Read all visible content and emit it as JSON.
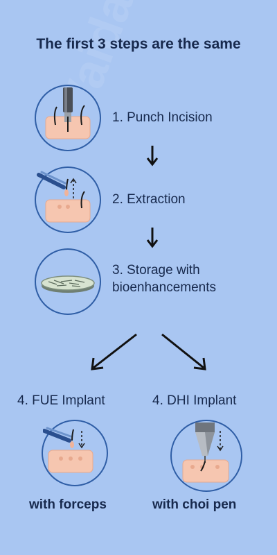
{
  "title": "The first 3 steps are the same",
  "steps": [
    {
      "label": "1. Punch Incision"
    },
    {
      "label": "2. Extraction"
    },
    {
      "label": "3. Storage with bioenhancements"
    }
  ],
  "implants": [
    {
      "title": "4. FUE Implant",
      "subtitle": "with forceps"
    },
    {
      "title": "4. DHI Implant",
      "subtitle": "with choi pen"
    }
  ],
  "watermark": "Vaidam Care",
  "colors": {
    "background": "#a9c6f2",
    "text": "#17294d",
    "circle_border": "#2f5ea6",
    "skin": "#f6c6b0"
  }
}
